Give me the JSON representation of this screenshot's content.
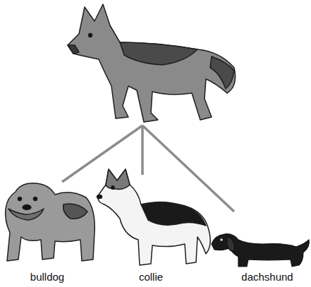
{
  "diagram": {
    "labels": [
      "bulldog",
      "collie",
      "dachshund"
    ]
  }
}
